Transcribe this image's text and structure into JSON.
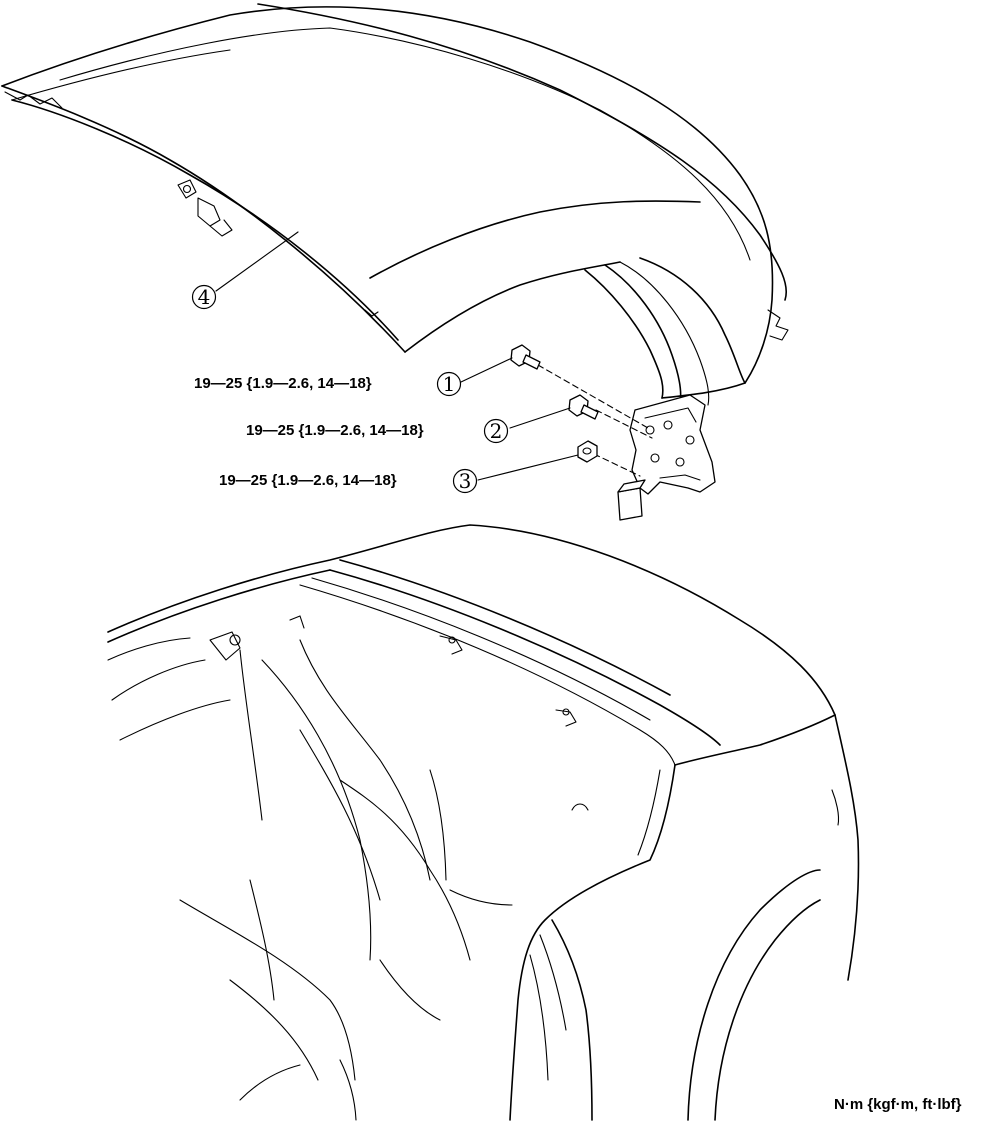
{
  "callouts": [
    {
      "number": "1",
      "torque": "19—25 {1.9—2.6, 14—18}"
    },
    {
      "number": "2",
      "torque": "19—25 {1.9—2.6, 14—18}"
    },
    {
      "number": "3",
      "torque": "19—25 {1.9—2.6, 14—18}"
    },
    {
      "number": "4",
      "torque": ""
    }
  ],
  "unit_note": "N·m {kgf·m, ft·lbf}",
  "colors": {
    "line": "#000000",
    "background": "#ffffff"
  }
}
